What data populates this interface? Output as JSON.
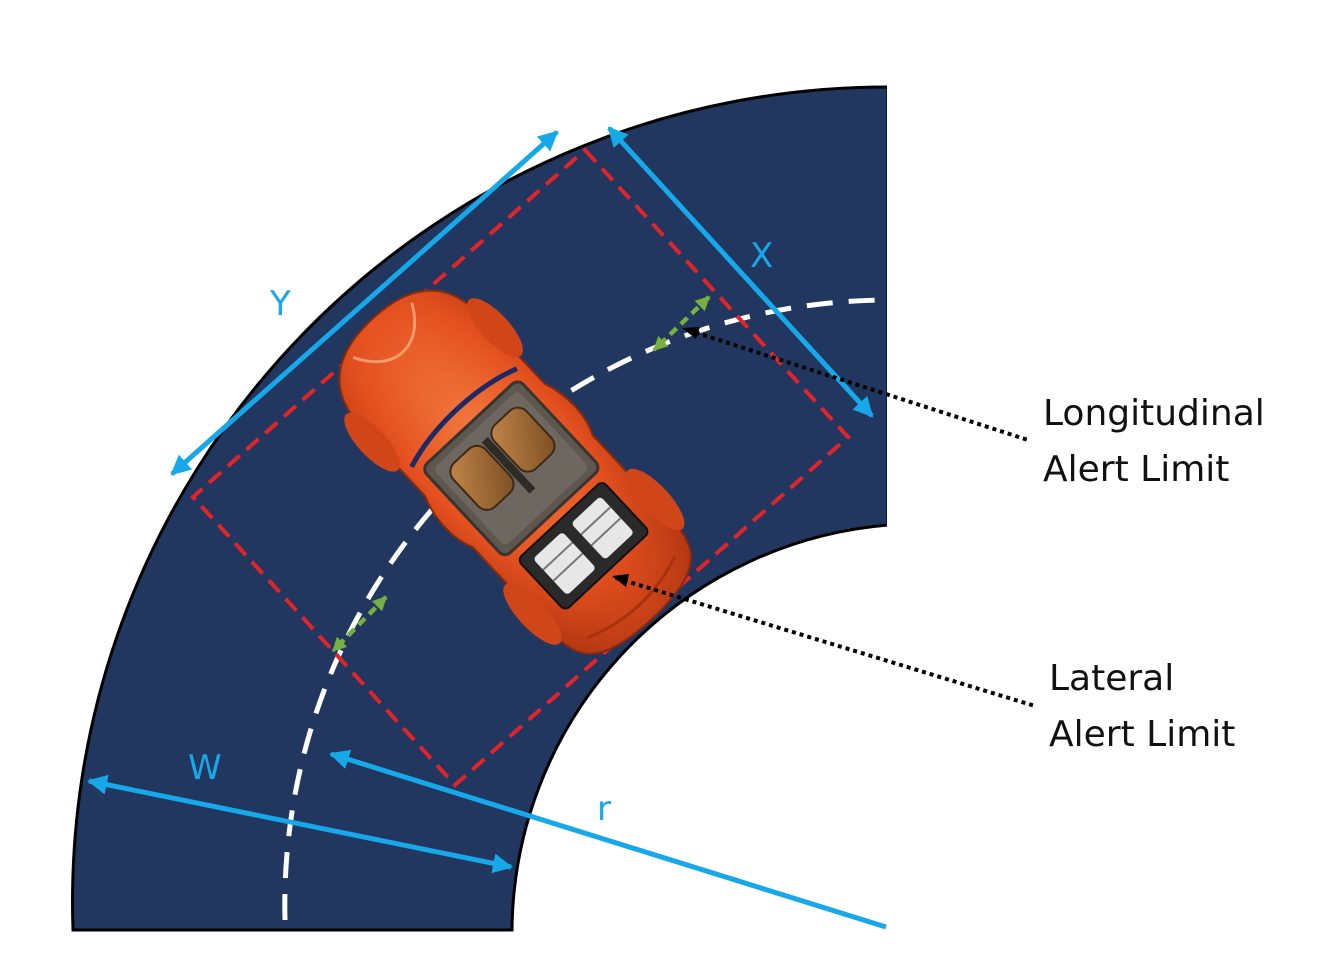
{
  "colors": {
    "road": "#213760",
    "road_edge": "#000000",
    "center_line": "#ffffff",
    "dimension": "#16a8e8",
    "alert_box": "#e0242a",
    "margin_arrow": "#76b041",
    "car_body": "#e4501f",
    "callout_line": "#000000"
  },
  "labels": {
    "x": "X",
    "y": "Y",
    "w": "W",
    "r": "r"
  },
  "callouts": {
    "longitudinal": {
      "line1": "Longitudinal",
      "line2": "Alert Limit"
    },
    "lateral": {
      "line1": "Lateral",
      "line2": "Alert Limit"
    }
  },
  "icons": {
    "car": "car-top-view-icon"
  }
}
